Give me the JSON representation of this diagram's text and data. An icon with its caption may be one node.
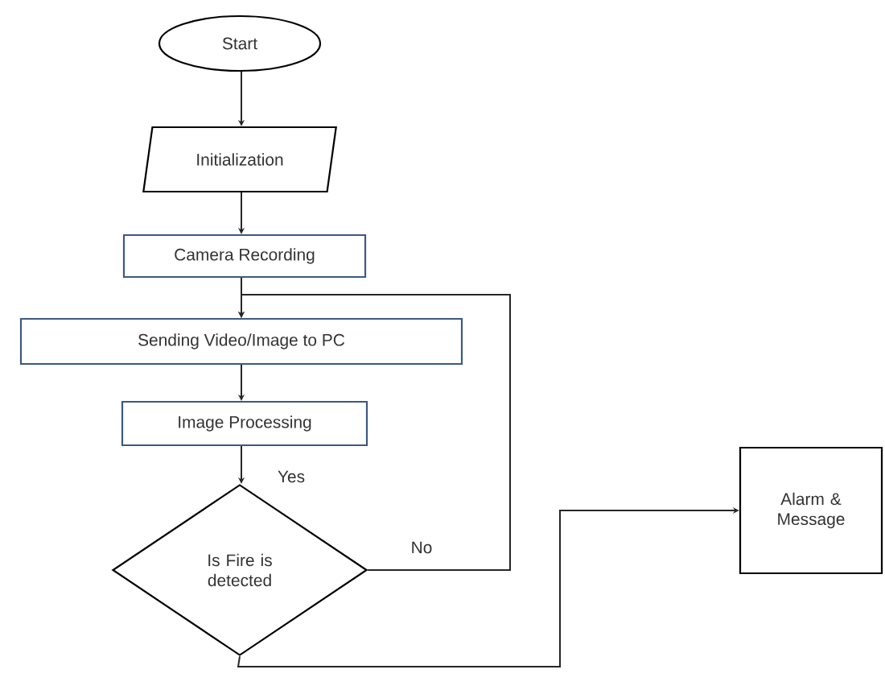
{
  "diagram": {
    "nodes": [
      {
        "text": [
          "Start"
        ]
      },
      {
        "text": [
          "Initialization"
        ]
      },
      {
        "text": [
          "Camera Recording"
        ]
      },
      {
        "text": [
          "Sending Video/Image to PC"
        ]
      },
      {
        "text": [
          "Image Processing"
        ]
      },
      {
        "text": [
          "Is Fire is detected"
        ]
      },
      {
        "text": [
          "Alarm & Message"
        ]
      }
    ],
    "edges": [
      {
        "from": 0,
        "to": 1,
        "arrow": "to"
      },
      {
        "from": 1,
        "to": 2,
        "arrow": "to"
      },
      {
        "from": 2,
        "to": 3,
        "arrow": "to"
      },
      {
        "from": 3,
        "to": 4,
        "arrow": "to"
      },
      {
        "from": 4,
        "to": 5,
        "arrow": "to",
        "label": "Yes"
      },
      {
        "from": 5,
        "to": 3,
        "arrow": "to",
        "label": "No"
      },
      {
        "from": 5,
        "to": 6,
        "arrow": "to"
      }
    ]
  }
}
